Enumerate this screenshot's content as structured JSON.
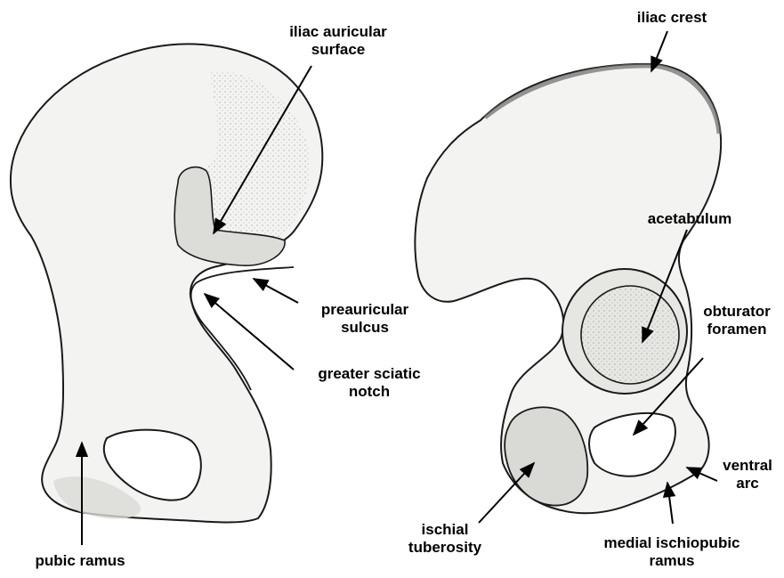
{
  "labels": {
    "iliac_auricular_surface": [
      "iliac auricular",
      "surface"
    ],
    "preauricular_sulcus": [
      "preauricular",
      "sulcus"
    ],
    "greater_sciatic_notch": [
      "greater sciatic",
      "notch"
    ],
    "pubic_ramus": [
      "pubic ramus"
    ],
    "iliac_crest": [
      "iliac crest"
    ],
    "acetabulum": [
      "acetabulum"
    ],
    "obturator_foramen": [
      "obturator",
      "foramen"
    ],
    "ventral_arc": [
      "ventral",
      "arc"
    ],
    "ischial_tuberosity": [
      "ischial",
      "tuberosity"
    ],
    "medial_ischiopubic_ramus": [
      "medial ischiopubic",
      "ramus"
    ]
  },
  "colors": {
    "background": "#ffffff",
    "bone_fill": "#f3f3f1",
    "bone_shade": "#d9d9d6",
    "outline": "#1a1a1a",
    "text": "#000000"
  }
}
